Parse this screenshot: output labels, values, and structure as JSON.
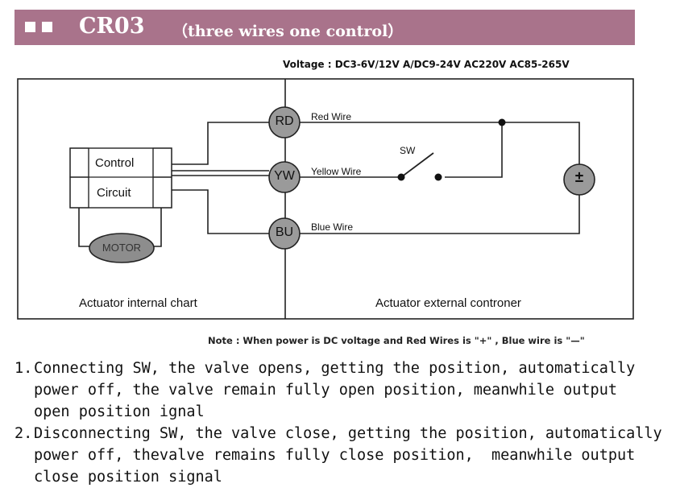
{
  "header": {
    "code": "CR03",
    "subtitle": "（three wires one control）"
  },
  "voltage": "Voltage : DC3-6V/12V  A/DC9-24V  AC220V  AC85-265V",
  "diagram": {
    "internal_box": {
      "control_label": "Control",
      "circuit_label": "Circuit",
      "motor_label": "MOTOR"
    },
    "terminals": {
      "rd": "RD",
      "yw": "YW",
      "bu": "BU"
    },
    "wires": {
      "red": "Red Wire",
      "yellow": "Yellow Wire",
      "blue": "Blue Wire"
    },
    "switch_label": "SW",
    "source_symbol": "±",
    "captions": {
      "internal": "Actuator internal chart",
      "external": "Actuator external controner"
    }
  },
  "note": "Note : When power is DC voltage and Red Wires is  \"+\"  , Blue wire is  \"—\"",
  "steps": [
    {
      "num": "1.",
      "text": "Connecting SW, the valve opens, getting the position, automatically\npower off, the valve remain fully open position, meanwhile output\nopen position ignal"
    },
    {
      "num": "2.",
      "text": "Disconnecting SW, the valve close, getting the position, automatically\npower off, thevalve remains fully close position,  meanwhile output\nclose position signal"
    }
  ]
}
